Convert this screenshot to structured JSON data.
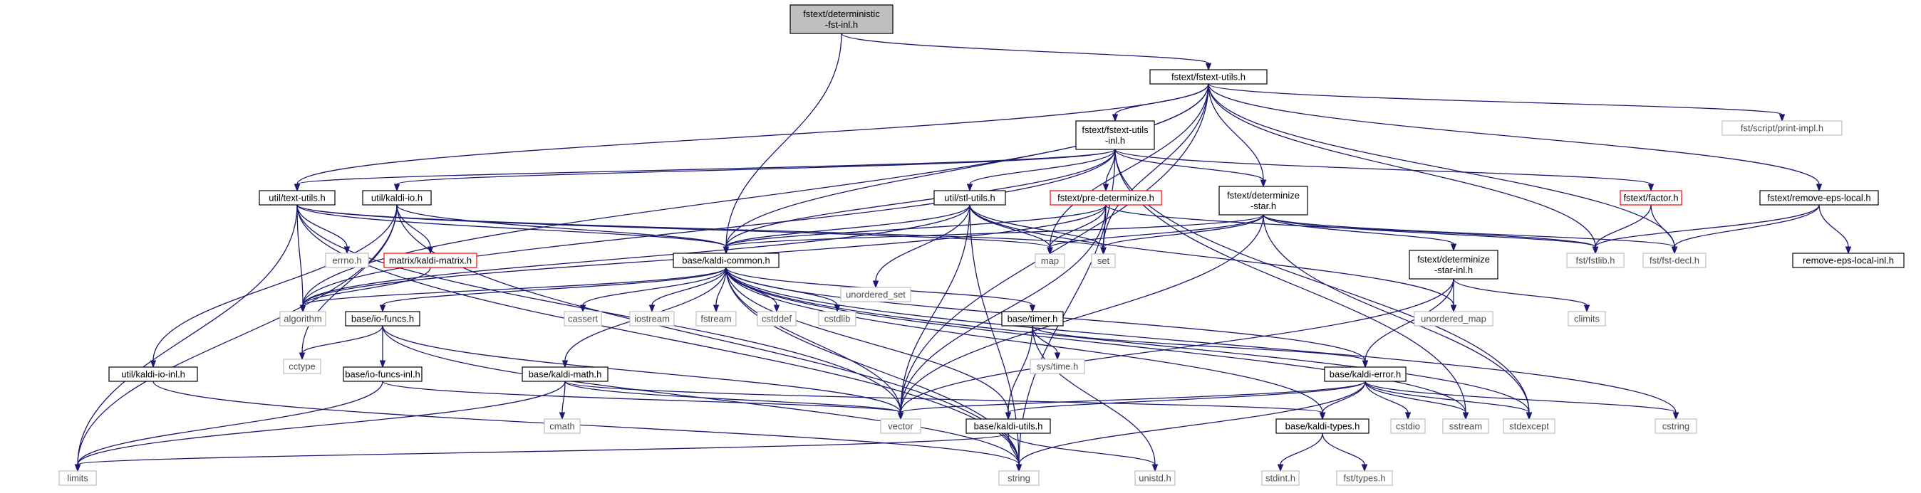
{
  "colors": {
    "edge": "#191970",
    "current_fill": "#bfbfbf",
    "current_border": "#000000",
    "normal_border": "#000000",
    "missing_border": "#ff0000",
    "system_border": "#bfbfbf",
    "text": "#000000",
    "system_text": "#4d4d4d"
  },
  "nodes": {
    "root": {
      "label": [
        "fstext/deterministic",
        "-fst-inl.h"
      ],
      "kind": "current"
    },
    "fstext_utils": {
      "label": [
        "fstext/fstext-utils.h"
      ],
      "kind": "normal"
    },
    "fstext_utils_inl": {
      "label": [
        "fstext/fstext-utils",
        "-inl.h"
      ],
      "kind": "normal"
    },
    "text_utils": {
      "label": [
        "util/text-utils.h"
      ],
      "kind": "normal"
    },
    "kaldi_io": {
      "label": [
        "util/kaldi-io.h"
      ],
      "kind": "normal"
    },
    "stl_utils": {
      "label": [
        "util/stl-utils.h"
      ],
      "kind": "normal"
    },
    "pre_determinize": {
      "label": [
        "fstext/pre-determinize.h"
      ],
      "kind": "missing"
    },
    "determinize_star": {
      "label": [
        "fstext/determinize",
        "-star.h"
      ],
      "kind": "normal"
    },
    "factor": {
      "label": [
        "fstext/factor.h"
      ],
      "kind": "missing"
    },
    "print_impl": {
      "label": [
        "fst/script/print-impl.h"
      ],
      "kind": "system"
    },
    "remove_eps_local": {
      "label": [
        "fstext/remove-eps-local.h"
      ],
      "kind": "normal"
    },
    "remove_eps_local_inl": {
      "label": [
        "remove-eps-local-inl.h"
      ],
      "kind": "normal"
    },
    "errno": {
      "label": [
        "errno.h"
      ],
      "kind": "system"
    },
    "kaldi_matrix": {
      "label": [
        "matrix/kaldi-matrix.h"
      ],
      "kind": "missing"
    },
    "kaldi_common": {
      "label": [
        "base/kaldi-common.h"
      ],
      "kind": "normal"
    },
    "map": {
      "label": [
        "map"
      ],
      "kind": "system"
    },
    "set": {
      "label": [
        "set"
      ],
      "kind": "system"
    },
    "unordered_set": {
      "label": [
        "unordered_set"
      ],
      "kind": "system"
    },
    "fstlib": {
      "label": [
        "fst/fstlib.h"
      ],
      "kind": "system"
    },
    "fst_decl": {
      "label": [
        "fst/fst-decl.h"
      ],
      "kind": "system"
    },
    "determinize_star_inl": {
      "label": [
        "fstext/determinize",
        "-star-inl.h"
      ],
      "kind": "normal"
    },
    "algorithm": {
      "label": [
        "algorithm"
      ],
      "kind": "system"
    },
    "io_funcs": {
      "label": [
        "base/io-funcs.h"
      ],
      "kind": "normal"
    },
    "cassert": {
      "label": [
        "cassert"
      ],
      "kind": "system"
    },
    "iostream": {
      "label": [
        "iostream"
      ],
      "kind": "system"
    },
    "fstream": {
      "label": [
        "fstream"
      ],
      "kind": "system"
    },
    "cstddef": {
      "label": [
        "cstddef"
      ],
      "kind": "system"
    },
    "cstdlib": {
      "label": [
        "cstdlib"
      ],
      "kind": "system"
    },
    "timer": {
      "label": [
        "base/timer.h"
      ],
      "kind": "normal"
    },
    "unordered_map": {
      "label": [
        "unordered_map"
      ],
      "kind": "system"
    },
    "climits": {
      "label": [
        "climits"
      ],
      "kind": "system"
    },
    "cctype": {
      "label": [
        "cctype"
      ],
      "kind": "system"
    },
    "kaldi_io_inl": {
      "label": [
        "util/kaldi-io-inl.h"
      ],
      "kind": "normal"
    },
    "io_funcs_inl": {
      "label": [
        "base/io-funcs-inl.h"
      ],
      "kind": "normal"
    },
    "kaldi_math": {
      "label": [
        "base/kaldi-math.h"
      ],
      "kind": "normal"
    },
    "sys_time": {
      "label": [
        "sys/time.h"
      ],
      "kind": "system"
    },
    "kaldi_error": {
      "label": [
        "base/kaldi-error.h"
      ],
      "kind": "normal"
    },
    "cmath": {
      "label": [
        "cmath"
      ],
      "kind": "system"
    },
    "vector": {
      "label": [
        "vector"
      ],
      "kind": "system"
    },
    "kaldi_utils": {
      "label": [
        "base/kaldi-utils.h"
      ],
      "kind": "normal"
    },
    "kaldi_types": {
      "label": [
        "base/kaldi-types.h"
      ],
      "kind": "normal"
    },
    "cstdio": {
      "label": [
        "cstdio"
      ],
      "kind": "system"
    },
    "sstream": {
      "label": [
        "sstream"
      ],
      "kind": "system"
    },
    "stdexcept": {
      "label": [
        "stdexcept"
      ],
      "kind": "system"
    },
    "cstring": {
      "label": [
        "cstring"
      ],
      "kind": "system"
    },
    "limits": {
      "label": [
        "limits"
      ],
      "kind": "system"
    },
    "string": {
      "label": [
        "string"
      ],
      "kind": "system"
    },
    "unistd": {
      "label": [
        "unistd.h"
      ],
      "kind": "system"
    },
    "stdint": {
      "label": [
        "stdint.h"
      ],
      "kind": "system"
    },
    "fst_types": {
      "label": [
        "fst/types.h"
      ],
      "kind": "system"
    }
  },
  "edges": [
    [
      "root",
      "fstext_utils"
    ],
    [
      "root",
      "kaldi_common"
    ],
    [
      "fstext_utils",
      "fstext_utils_inl"
    ],
    [
      "fstext_utils",
      "text_utils"
    ],
    [
      "fstext_utils",
      "algorithm"
    ],
    [
      "fstext_utils",
      "map"
    ],
    [
      "fstext_utils",
      "set"
    ],
    [
      "fstext_utils",
      "vector"
    ],
    [
      "fstext_utils",
      "fstlib"
    ],
    [
      "fstext_utils",
      "fst_decl"
    ],
    [
      "fstext_utils",
      "determinize_star"
    ],
    [
      "fstext_utils",
      "print_impl"
    ],
    [
      "fstext_utils",
      "remove_eps_local"
    ],
    [
      "fstext_utils",
      "kaldi_common"
    ],
    [
      "fstext_utils_inl",
      "text_utils"
    ],
    [
      "fstext_utils_inl",
      "kaldi_io"
    ],
    [
      "fstext_utils_inl",
      "stl_utils"
    ],
    [
      "fstext_utils_inl",
      "pre_determinize"
    ],
    [
      "fstext_utils_inl",
      "determinize_star"
    ],
    [
      "fstext_utils_inl",
      "factor"
    ],
    [
      "fstext_utils_inl",
      "kaldi_common"
    ],
    [
      "fstext_utils_inl",
      "algorithm"
    ],
    [
      "fstext_utils_inl",
      "string"
    ],
    [
      "fstext_utils_inl",
      "sstream"
    ],
    [
      "fstext_utils_inl",
      "stdexcept"
    ],
    [
      "text_utils",
      "errno"
    ],
    [
      "text_utils",
      "kaldi_common"
    ],
    [
      "text_utils",
      "algorithm"
    ],
    [
      "text_utils",
      "map"
    ],
    [
      "text_utils",
      "set"
    ],
    [
      "text_utils",
      "limits"
    ],
    [
      "text_utils",
      "string"
    ],
    [
      "text_utils",
      "vector"
    ],
    [
      "kaldi_io",
      "kaldi_matrix"
    ],
    [
      "kaldi_io",
      "kaldi_common"
    ],
    [
      "kaldi_io",
      "kaldi_io_inl"
    ],
    [
      "kaldi_io",
      "cctype"
    ],
    [
      "kaldi_io",
      "limits"
    ],
    [
      "kaldi_io",
      "string"
    ],
    [
      "kaldi_matrix",
      "algorithm"
    ],
    [
      "stl_utils",
      "kaldi_common"
    ],
    [
      "stl_utils",
      "algorithm"
    ],
    [
      "stl_utils",
      "map"
    ],
    [
      "stl_utils",
      "set"
    ],
    [
      "stl_utils",
      "unordered_set"
    ],
    [
      "stl_utils",
      "vector"
    ],
    [
      "stl_utils",
      "string"
    ],
    [
      "stl_utils",
      "unordered_map"
    ],
    [
      "pre_determinize",
      "kaldi_common"
    ],
    [
      "pre_determinize",
      "algorithm"
    ],
    [
      "pre_determinize",
      "map"
    ],
    [
      "pre_determinize",
      "set"
    ],
    [
      "pre_determinize",
      "vector"
    ],
    [
      "pre_determinize",
      "fstlib"
    ],
    [
      "determinize_star",
      "kaldi_common"
    ],
    [
      "determinize_star",
      "determinize_star_inl"
    ],
    [
      "determinize_star",
      "map"
    ],
    [
      "determinize_star",
      "set"
    ],
    [
      "determinize_star",
      "vector"
    ],
    [
      "determinize_star",
      "fstlib"
    ],
    [
      "determinize_star",
      "fst_decl"
    ],
    [
      "determinize_star",
      "stdexcept"
    ],
    [
      "factor",
      "fstlib"
    ],
    [
      "factor",
      "fst_decl"
    ],
    [
      "remove_eps_local",
      "fstlib"
    ],
    [
      "remove_eps_local",
      "fst_decl"
    ],
    [
      "remove_eps_local",
      "remove_eps_local_inl"
    ],
    [
      "determinize_star_inl",
      "unordered_map"
    ],
    [
      "determinize_star_inl",
      "climits"
    ],
    [
      "determinize_star_inl",
      "vector"
    ],
    [
      "determinize_star_inl",
      "kaldi_error"
    ],
    [
      "kaldi_common",
      "algorithm"
    ],
    [
      "kaldi_common",
      "io_funcs"
    ],
    [
      "kaldi_common",
      "cassert"
    ],
    [
      "kaldi_common",
      "iostream"
    ],
    [
      "kaldi_common",
      "fstream"
    ],
    [
      "kaldi_common",
      "cstddef"
    ],
    [
      "kaldi_common",
      "cstdlib"
    ],
    [
      "kaldi_common",
      "timer"
    ],
    [
      "kaldi_common",
      "kaldi_math"
    ],
    [
      "kaldi_common",
      "kaldi_error"
    ],
    [
      "kaldi_common",
      "kaldi_utils"
    ],
    [
      "kaldi_common",
      "kaldi_types"
    ],
    [
      "kaldi_common",
      "vector"
    ],
    [
      "kaldi_common",
      "string"
    ],
    [
      "kaldi_common",
      "sstream"
    ],
    [
      "kaldi_common",
      "stdexcept"
    ],
    [
      "kaldi_common",
      "cstring"
    ],
    [
      "io_funcs",
      "cctype"
    ],
    [
      "io_funcs",
      "io_funcs_inl"
    ],
    [
      "io_funcs",
      "vector"
    ],
    [
      "io_funcs",
      "string"
    ],
    [
      "io_funcs_inl",
      "limits"
    ],
    [
      "io_funcs_inl",
      "vector"
    ],
    [
      "kaldi_io_inl",
      "string"
    ],
    [
      "timer",
      "sys_time"
    ],
    [
      "timer",
      "unistd"
    ],
    [
      "timer",
      "kaldi_utils"
    ],
    [
      "timer",
      "kaldi_error"
    ],
    [
      "kaldi_math",
      "cmath"
    ],
    [
      "kaldi_math",
      "limits"
    ],
    [
      "kaldi_math",
      "vector"
    ],
    [
      "kaldi_math",
      "kaldi_types"
    ],
    [
      "kaldi_error",
      "vector"
    ],
    [
      "kaldi_error",
      "string"
    ],
    [
      "kaldi_error",
      "cstdio"
    ],
    [
      "kaldi_error",
      "sstream"
    ],
    [
      "kaldi_error",
      "stdexcept"
    ],
    [
      "kaldi_error",
      "cstring"
    ],
    [
      "kaldi_error",
      "kaldi_types"
    ],
    [
      "kaldi_error",
      "kaldi_utils"
    ],
    [
      "kaldi_utils",
      "limits"
    ],
    [
      "kaldi_utils",
      "string"
    ],
    [
      "kaldi_utils",
      "unistd"
    ],
    [
      "kaldi_types",
      "stdint"
    ],
    [
      "kaldi_types",
      "fst_types"
    ]
  ]
}
